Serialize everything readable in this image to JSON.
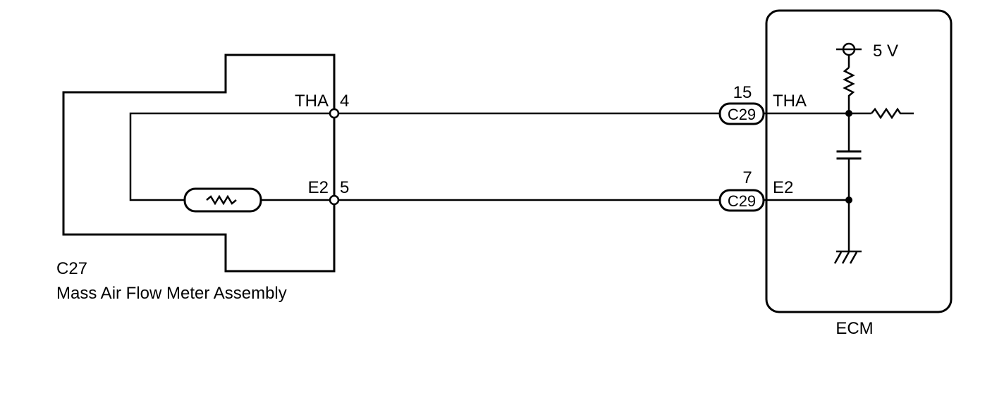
{
  "mafm": {
    "connector_id": "C27",
    "name": "Mass Air Flow Meter Assembly",
    "terminals": [
      {
        "signal": "THA",
        "pin": "4"
      },
      {
        "signal": "E2",
        "pin": "5"
      }
    ]
  },
  "ecm": {
    "name": "ECM",
    "supply": "5 V",
    "terminals": [
      {
        "signal": "THA",
        "pin": "15",
        "connector": "C29"
      },
      {
        "signal": "E2",
        "pin": "7",
        "connector": "C29"
      }
    ]
  }
}
